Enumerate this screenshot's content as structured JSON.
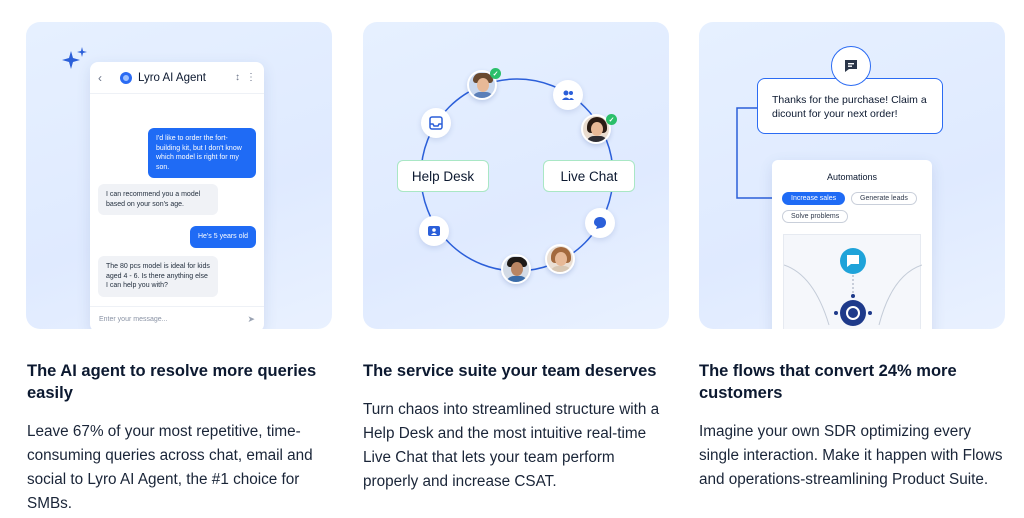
{
  "card1": {
    "agent_name": "Lyro AI Agent",
    "messages": [
      {
        "from": "user",
        "text": "I'd like to order the fort-building kit, but I don't know which model is right for my son."
      },
      {
        "from": "agent",
        "text": "I can recommend you a model based on your son's age."
      },
      {
        "from": "user",
        "text": "He's 5 years old"
      },
      {
        "from": "agent",
        "text": "The 80 pcs model is ideal for kids aged 4 - 6. Is there anything else I can help you with?"
      }
    ],
    "input_placeholder": "Enter your message...",
    "icons": {
      "back": "chevron-left-icon",
      "sort": "sort-icon",
      "more": "more-vertical-icon",
      "send": "send-icon",
      "sparkle": "sparkle-icon"
    }
  },
  "card2": {
    "left_pill": "Help Desk",
    "right_pill": "Live Chat",
    "icons": [
      "inbox-icon",
      "users-icon",
      "contact-card-icon",
      "chat-bubble-icon"
    ]
  },
  "card3": {
    "message": "Thanks for the purchase! Claim a dicount for your next order!",
    "panel_title": "Automations",
    "chips": [
      {
        "label": "Increase sales",
        "active": true
      },
      {
        "label": "Generate leads",
        "active": false
      },
      {
        "label": "Solve problems",
        "active": false
      }
    ]
  },
  "columns": [
    {
      "title": "The AI agent to resolve more queries easily",
      "body": "Leave 67% of your most repetitive, time-consuming queries across chat, email and social to Lyro AI Agent, the #1 choice for SMBs."
    },
    {
      "title": "The service suite your team deserves",
      "body": "Turn chaos into streamlined structure with a Help Desk and the most intuitive real-time Live Chat that lets your team perform properly and increase CSAT."
    },
    {
      "title": "The flows that convert 24% more customers",
      "body": "Imagine your own SDR optimizing every single interaction. Make it happen with Flows and operations-streamlining Product Suite."
    }
  ],
  "colors": {
    "accent": "#1f6bf5",
    "card_bg": "#e3edff",
    "green": "#2bbf6a"
  }
}
